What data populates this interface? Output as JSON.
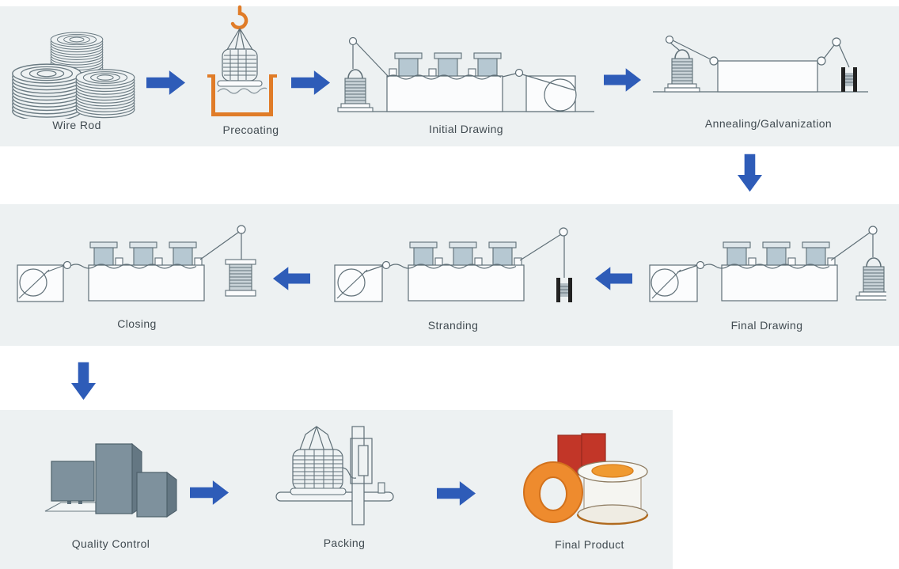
{
  "diagram": {
    "type": "process-flow",
    "subject": "Steel wire rope / cable manufacturing process",
    "rows": [
      {
        "index": 1,
        "direction": "left-to-right",
        "steps": [
          "Wire Rod",
          "Precoating",
          "Initial Drawing",
          "Annealing/Galvanization"
        ]
      },
      {
        "index": 2,
        "direction": "right-to-left",
        "steps": [
          "Final Drawing",
          "Stranding",
          "Closing"
        ]
      },
      {
        "index": 3,
        "direction": "left-to-right",
        "steps": [
          "Quality Control",
          "Packing",
          "Final Product"
        ]
      }
    ]
  },
  "steps": [
    {
      "id": "wire-rod",
      "label": "Wire Rod",
      "icon": "wire-rod-coils-icon",
      "row": 1
    },
    {
      "id": "precoating",
      "label": "Precoating",
      "icon": "coil-dipping-tub-icon",
      "row": 1
    },
    {
      "id": "initial-drawing",
      "label": "Initial Drawing",
      "icon": "drawing-machine-icon",
      "row": 1
    },
    {
      "id": "annealing-galvanization",
      "label": "Annealing/Galvanization",
      "icon": "annealing-furnace-icon",
      "row": 1
    },
    {
      "id": "final-drawing",
      "label": "Final Drawing",
      "icon": "drawing-machine-icon",
      "row": 2
    },
    {
      "id": "stranding",
      "label": "Stranding",
      "icon": "stranding-machine-icon",
      "row": 2
    },
    {
      "id": "closing",
      "label": "Closing",
      "icon": "closing-machine-icon",
      "row": 2
    },
    {
      "id": "quality-control",
      "label": "Quality Control",
      "icon": "monitor-cabinets-icon",
      "row": 3
    },
    {
      "id": "packing",
      "label": "Packing",
      "icon": "coil-wrapping-machine-icon",
      "row": 3
    },
    {
      "id": "final-product",
      "label": "Final Product",
      "icon": "boxed-coil-reel-icon",
      "row": 3
    }
  ],
  "arrows": [
    {
      "direction": "right",
      "from": "Wire Rod",
      "to": "Precoating"
    },
    {
      "direction": "right",
      "from": "Precoating",
      "to": "Initial Drawing"
    },
    {
      "direction": "right",
      "from": "Initial Drawing",
      "to": "Annealing/Galvanization"
    },
    {
      "direction": "down",
      "from": "Annealing/Galvanization",
      "to": "Final Drawing"
    },
    {
      "direction": "left",
      "from": "Final Drawing",
      "to": "Stranding"
    },
    {
      "direction": "left",
      "from": "Stranding",
      "to": "Closing"
    },
    {
      "direction": "down",
      "from": "Closing",
      "to": "Quality Control"
    },
    {
      "direction": "right",
      "from": "Quality Control",
      "to": "Packing"
    },
    {
      "direction": "right",
      "from": "Packing",
      "to": "Final Product"
    }
  ],
  "colors": {
    "row_background": "#edf1f2",
    "arrow_blue": "#2e5cb8",
    "machine_outline": "#5f6f77",
    "capstan_fill": "#b6c8d2",
    "accent_orange": "#e07c28",
    "product_red": "#c23628",
    "cabinet_slate": "#7e919d"
  }
}
